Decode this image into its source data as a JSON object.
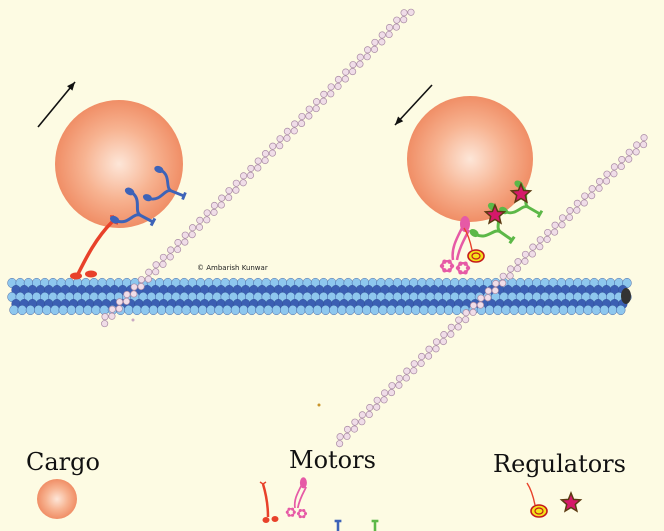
{
  "labels": {
    "cargo": "Cargo",
    "motors": "Motors",
    "regulators": "Regulators"
  },
  "credit": "© Ambarish Kunwar",
  "colors": {
    "background": "#fdfbe3",
    "cargo": "#f4a07c",
    "microtubule_dark": "#3b5fb3",
    "microtubule_light": "#8ec7ee",
    "actin_bead": "#f0dde8",
    "actin_outline": "#a98aa4",
    "motor_red": "#e8412a",
    "motor_pink": "#e65aa6",
    "motor_blue": "#3d63b8",
    "motor_green": "#5cb848",
    "regulator_yellow": "#f4e21a",
    "regulator_star": "#d6186a"
  },
  "icons": [
    "arrow-up-right-icon",
    "arrow-down-left-icon",
    "star-regulator-icon",
    "ring-regulator-icon"
  ]
}
